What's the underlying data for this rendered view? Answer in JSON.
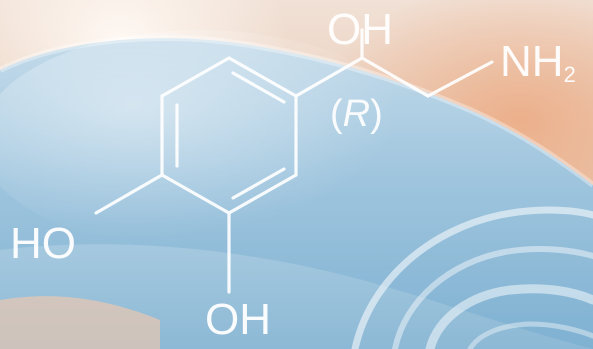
{
  "molecule": {
    "labels": {
      "oh_top": "OH",
      "nh2_main": "NH",
      "nh2_sub": "2",
      "stereo_paren_open": "(",
      "stereo_letter": "R",
      "stereo_paren_close": ")",
      "ho_left": "HO",
      "oh_bottom": "OH"
    },
    "line_color": "#ffffff"
  },
  "colors": {
    "glove_blue": "#9cc3dc",
    "background_peach": "#e8c8b2"
  }
}
